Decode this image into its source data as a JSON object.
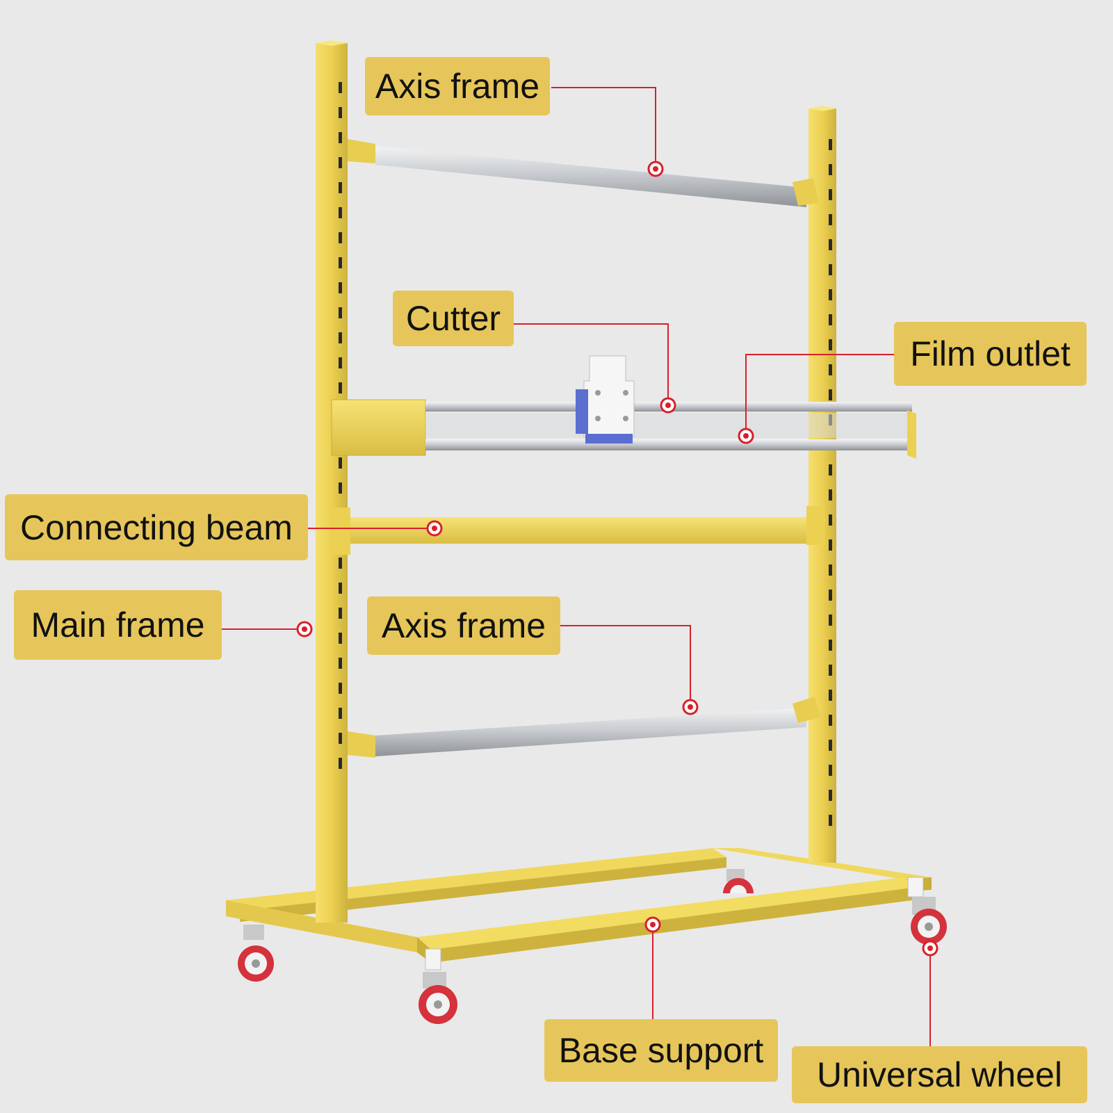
{
  "labels": {
    "axis_frame_top": "Axis frame",
    "cutter": "Cutter",
    "film_outlet": "Film outlet",
    "connecting_beam": "Connecting beam",
    "main_frame": "Main frame",
    "axis_frame_bottom": "Axis frame",
    "base_support": "Base support",
    "universal_wheel": "Universal wheel"
  },
  "colors": {
    "background": "#e9e9e9",
    "frame_yellow": "#ecd052",
    "label_fill": "#e6c65a",
    "leader_red": "#d8202a",
    "rod_silver": "#c4c8cc",
    "cutter_blue": "#5a6fd0",
    "wheel_red": "#d4323c"
  }
}
